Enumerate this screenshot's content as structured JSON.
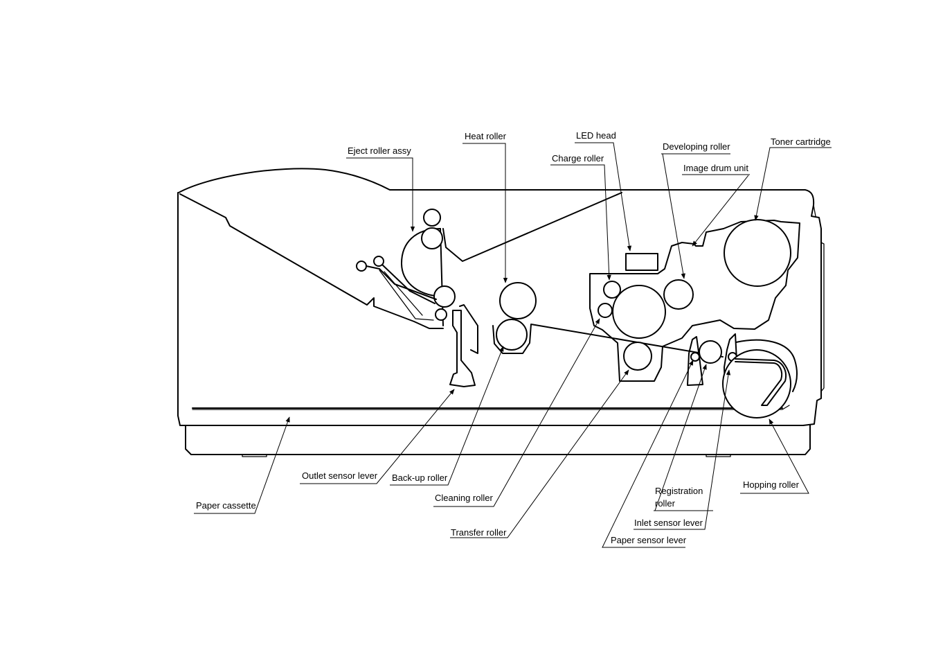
{
  "labels": {
    "eject_roller_assy": "Eject roller assy",
    "heat_roller": "Heat roller",
    "led_head": "LED head",
    "charge_roller": "Charge roller",
    "developing_roller": "Developing roller",
    "image_drum_unit": "Image drum unit",
    "toner_cartridge": "Toner cartridge",
    "paper_cassette": "Paper cassette",
    "outlet_sensor_lever": "Outlet sensor lever",
    "back_up_roller": "Back-up roller",
    "cleaning_roller": "Cleaning roller",
    "transfer_roller": "Transfer roller",
    "registration_roller_line1": "Registration",
    "registration_roller_line2": "roller",
    "inlet_sensor_lever": "Inlet sensor lever",
    "paper_sensor_lever": "Paper sensor lever",
    "hopping_roller": "Hopping roller"
  }
}
